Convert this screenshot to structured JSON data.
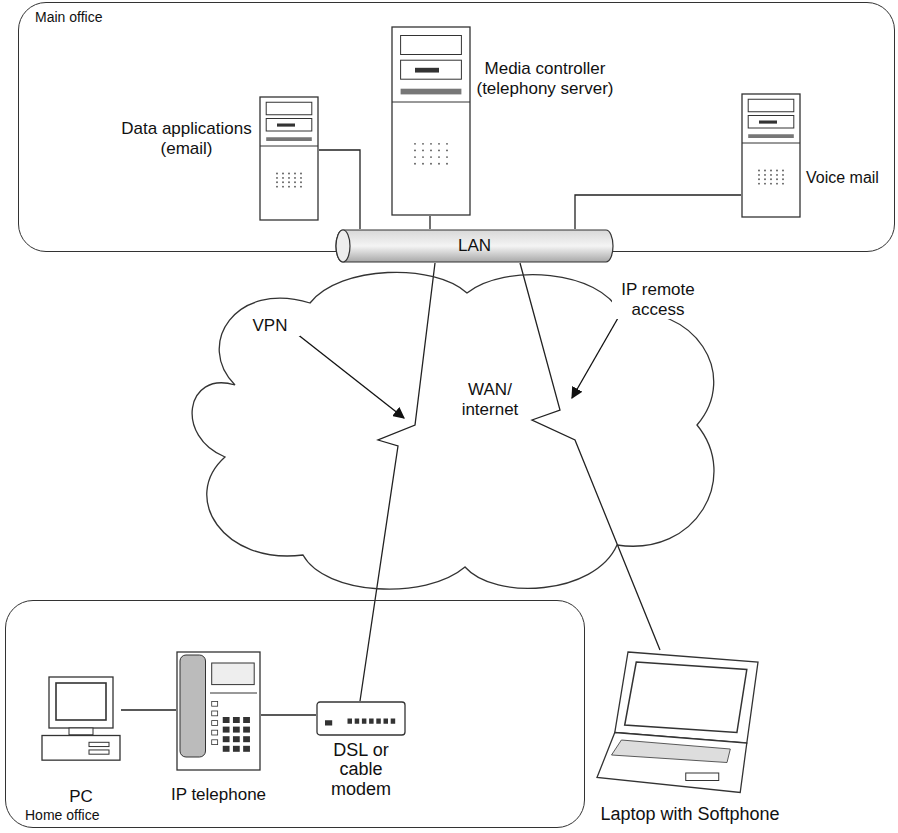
{
  "diagram": {
    "nodes": [
      {
        "text": [
          "Main office"
        ]
      },
      {
        "text": [
          "Data applications (email)"
        ],
        "in": 0
      },
      {
        "text": [
          "Media controller (telephony server)"
        ],
        "in": 0
      },
      {
        "text": [
          "Voice mail"
        ],
        "in": 0
      },
      {
        "text": [
          "LAN"
        ],
        "in": 0
      },
      {
        "text": [
          "WAN/ internet"
        ]
      },
      {
        "text": [
          "Home office"
        ]
      },
      {
        "text": [
          "PC"
        ],
        "in": 6
      },
      {
        "text": [
          "IP telephone"
        ],
        "in": 6
      },
      {
        "text": [
          "DSL or cable modem"
        ],
        "in": 6
      },
      {
        "text": [
          "Laptop with Softphone"
        ]
      }
    ],
    "edges": [
      {
        "from": 1,
        "to": 4,
        "arrow": "none"
      },
      {
        "from": 2,
        "to": 4,
        "arrow": "none"
      },
      {
        "from": 3,
        "to": 4,
        "arrow": "none"
      },
      {
        "from": 4,
        "to": 9,
        "arrow": "none"
      },
      {
        "from": 4,
        "to": 10,
        "arrow": "none"
      },
      {
        "from": 7,
        "to": 8,
        "arrow": "none"
      },
      {
        "from": 8,
        "to": 9,
        "arrow": "none"
      }
    ],
    "labels": [
      "VPN",
      "IP remote access"
    ]
  }
}
